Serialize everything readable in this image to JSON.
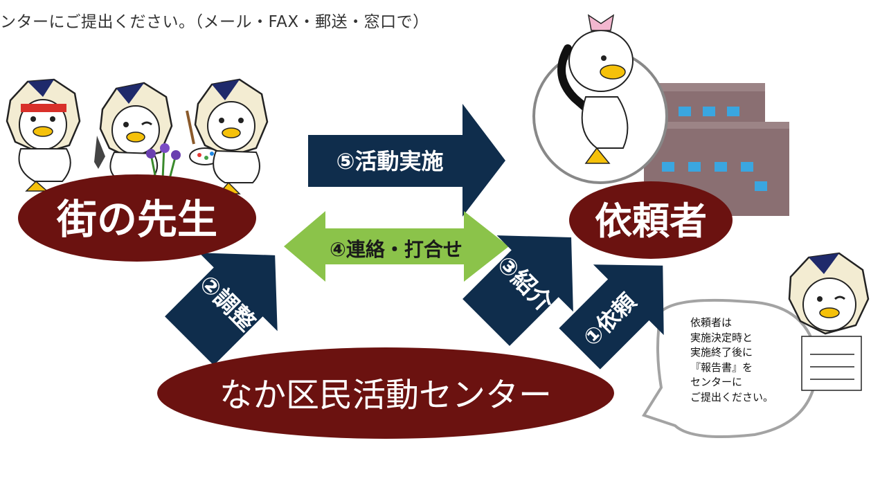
{
  "header": {
    "note": "ンターにご提出ください。（メール・FAX・郵送・窓口で）"
  },
  "nodes": {
    "teachers": "街の先生",
    "requester": "依頼者",
    "center": "なか区民活動センター"
  },
  "arrows": {
    "step1": "①依頼",
    "step2": "②調整",
    "step3": "③紹介",
    "step4": "④連絡・打合せ",
    "step5": "⑤活動実施"
  },
  "speech": {
    "lines": [
      "依頼者は",
      "実施決定時と",
      "実施終了後に",
      "『報告書』を",
      "センターに",
      "ご提出ください。"
    ]
  },
  "colors": {
    "node": "#6b1210",
    "dark_arrow": "#0f2d4c",
    "green_arrow": "#8bc34a",
    "building": "#8a6f72"
  }
}
